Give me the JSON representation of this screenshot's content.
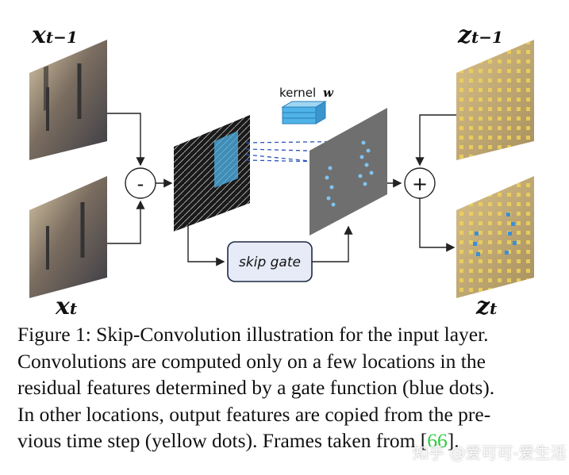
{
  "figure": {
    "label_x_prev_main": "x",
    "label_x_prev_sub": "t−1",
    "label_x_t_main": "x",
    "label_x_t_sub": "t",
    "label_z_prev_main": "z",
    "label_z_prev_sub": "t−1",
    "label_z_t_main": "z",
    "label_z_t_sub": "t",
    "kernel_label": "kernel",
    "kernel_symbol": "w",
    "minus_symbol": "-",
    "plus_symbol": "+",
    "skip_gate_label": "skip gate",
    "colors": {
      "gate_box_fill": "#e6ebf7",
      "gate_box_stroke": "#1f2a44",
      "kernel_blue": "#4fb3e8",
      "yellow_dots": "#e8c84a",
      "blue_dots": "#3a8fd8",
      "feature_gray": "#6f6f6f"
    }
  },
  "caption": {
    "line1": "Figure 1: Skip-Convolution illustration for the input layer.",
    "line2": "Convolutions are computed only on a few locations in the",
    "line3": "residual features determined by a gate function (blue dots).",
    "line4": "In other locations, output features are copied from the pre-",
    "line5_before": "vious time step (yellow dots). Frames taken from [",
    "line5_ref": "66",
    "line5_after": "]."
  },
  "watermark": "知乎 @爱可可-爱生活"
}
